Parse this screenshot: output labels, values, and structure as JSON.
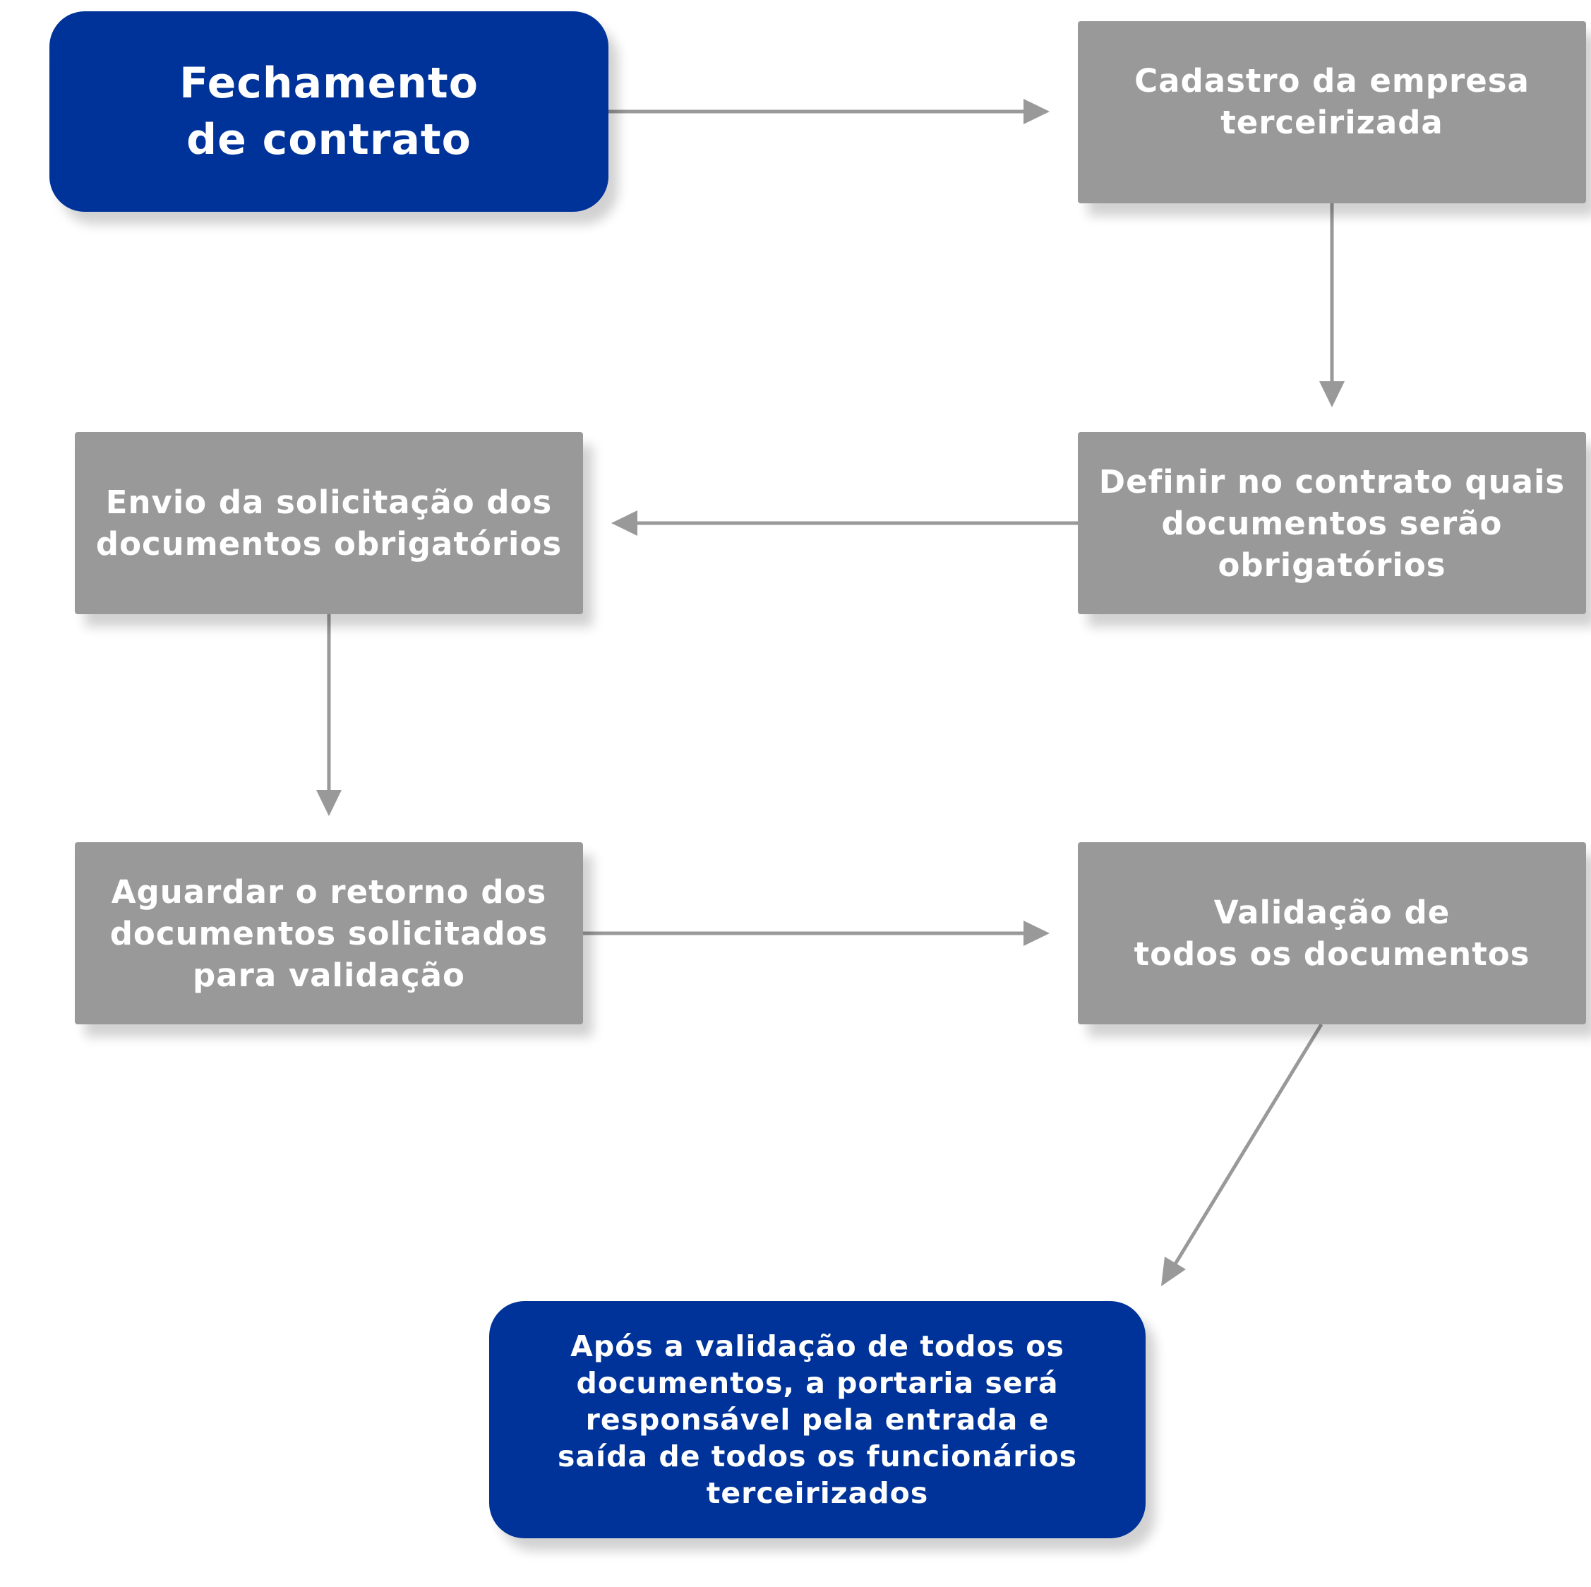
{
  "colors": {
    "primary_blue": "#003399",
    "step_gray": "#999999",
    "arrow_gray": "#999999",
    "text_white": "#ffffff"
  },
  "nodes": {
    "start": "Fechamento\nde contrato",
    "cadastro": "Cadastro da empresa\nterceirizada",
    "definir": "Definir no contrato quais\ndocumentos serão\nobrigatórios",
    "envio": "Envio da solicitação dos\ndocumentos obrigatórios",
    "aguardar": "Aguardar o retorno dos\ndocumentos solicitados\npara validação",
    "validacao": "Validação de\ntodos os documentos",
    "final": "Após a validação de todos os\ndocumentos, a portaria será\nresponsável pela entrada e\nsaída de todos os funcionários\nterceirizados"
  },
  "edges": [
    {
      "from": "start",
      "to": "cadastro"
    },
    {
      "from": "cadastro",
      "to": "definir"
    },
    {
      "from": "definir",
      "to": "envio"
    },
    {
      "from": "envio",
      "to": "aguardar"
    },
    {
      "from": "aguardar",
      "to": "validacao"
    },
    {
      "from": "validacao",
      "to": "final"
    }
  ]
}
